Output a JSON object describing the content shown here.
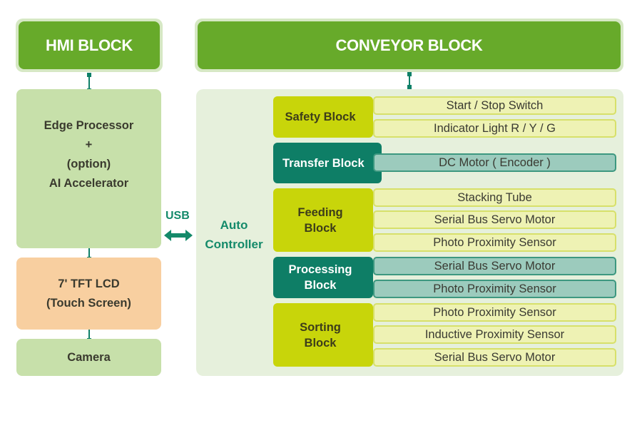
{
  "hmi": {
    "title": "HMI BLOCK",
    "edge_processor": [
      "Edge Processor",
      "+",
      "(option)",
      "AI Accelerator"
    ],
    "display": [
      "7' TFT LCD",
      "(Touch Screen)"
    ],
    "camera": "Camera"
  },
  "link": {
    "label": "USB",
    "icon": "bidirectional-arrow-icon"
  },
  "conveyor": {
    "title": "CONVEYOR BLOCK",
    "controller": [
      "Auto",
      "Controller"
    ],
    "blocks": [
      {
        "name": [
          "Safety Block"
        ],
        "style": "lime",
        "items": [
          "Start / Stop Switch",
          "Indicator Light R / Y / G"
        ]
      },
      {
        "name": [
          "Transfer Block"
        ],
        "style": "teal",
        "items": [
          "DC Motor ( Encoder )"
        ]
      },
      {
        "name": [
          "Feeding",
          "Block"
        ],
        "style": "lime",
        "items": [
          "Stacking Tube",
          "Serial Bus Servo Motor",
          "Photo Proximity Sensor"
        ]
      },
      {
        "name": [
          "Processing",
          "Block"
        ],
        "style": "teal",
        "items": [
          "Serial Bus Servo Motor",
          "Photo Proximity Sensor"
        ]
      },
      {
        "name": [
          "Sorting",
          "Block"
        ],
        "style": "lime",
        "items": [
          "Photo Proximity Sensor",
          "Inductive Proximity Sensor",
          "Serial Bus Servo Motor"
        ]
      }
    ]
  },
  "colors": {
    "header_green": "#67aa2a",
    "lime": "#c8d50a",
    "teal": "#0e7e66",
    "orange": "#f8cfa0",
    "light_green": "#c7e0aa"
  }
}
